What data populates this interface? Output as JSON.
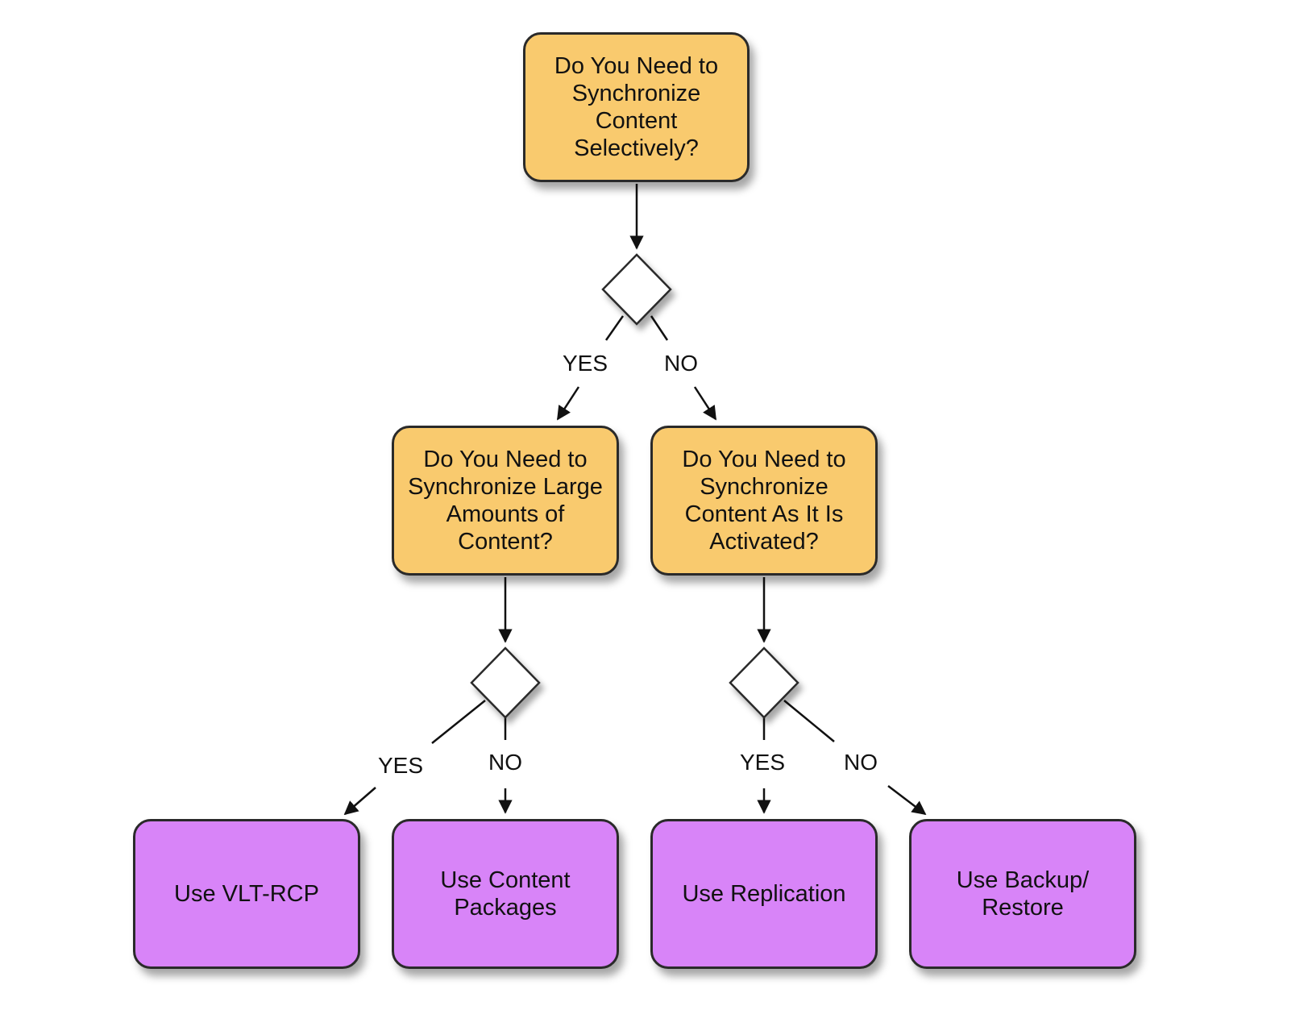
{
  "colors": {
    "question": "#f9ca6e",
    "outcome": "#d884f8",
    "decision": "#ffffff",
    "line": "#111111"
  },
  "questions": {
    "q1": "Do You Need to\nSynchronize\nContent\nSelectively?",
    "q2": "Do You Need to\nSynchronize Large\nAmounts of\nContent?",
    "q3": "Do You Need to\nSynchronize\nContent As It Is\nActivated?"
  },
  "outcomes": {
    "o1": "Use VLT-RCP",
    "o2": "Use Content\nPackages",
    "o3": "Use Replication",
    "o4": "Use Backup/\nRestore"
  },
  "labels": {
    "yes": "YES",
    "no": "NO"
  }
}
